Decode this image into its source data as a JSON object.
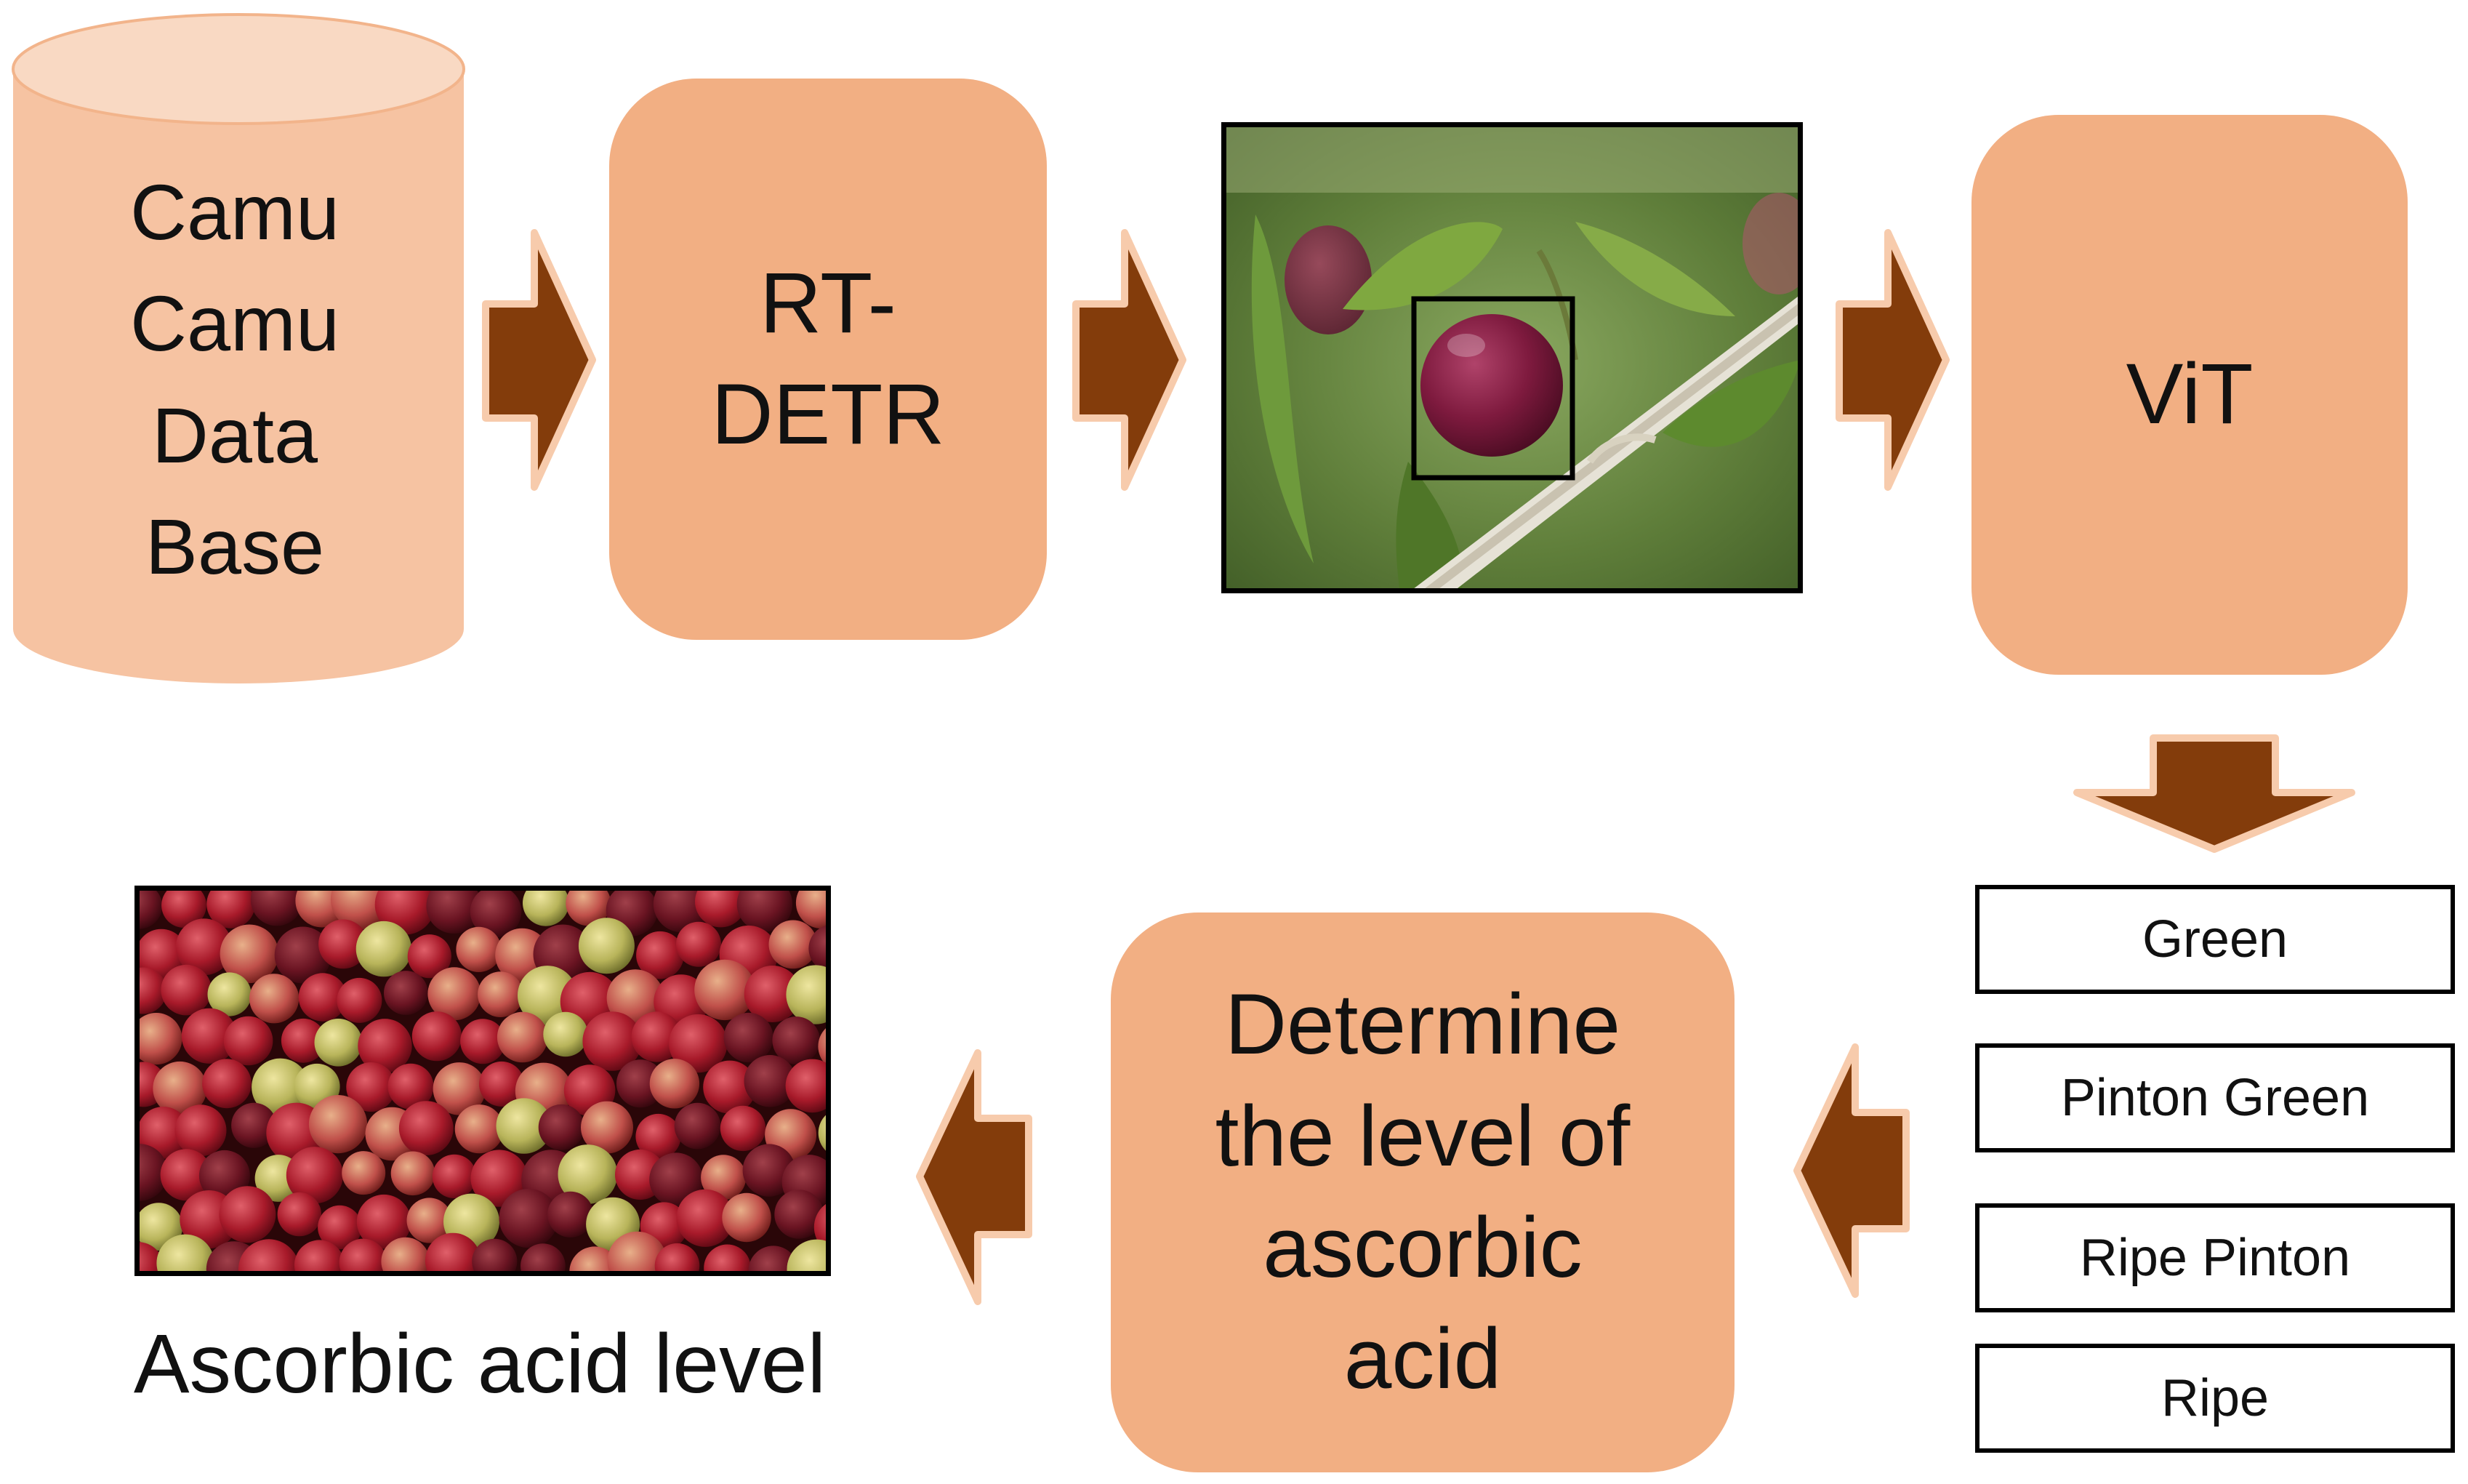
{
  "database": {
    "label": "Camu\nCamu\nData\nBase"
  },
  "detector": {
    "label": "RT-\nDETR"
  },
  "classifier": {
    "label": "ViT"
  },
  "classes": [
    {
      "label": "Green"
    },
    {
      "label": "Pinton Green"
    },
    {
      "label": "Ripe Pinton"
    },
    {
      "label": "Ripe"
    }
  ],
  "process": {
    "label": "Determine\nthe level of\nascorbic\nacid"
  },
  "output": {
    "caption": "Ascorbic acid level"
  },
  "colors": {
    "box_fill": "#f2af83",
    "database_fill": "#f6c3a2",
    "arrow_fill": "#833c0b",
    "arrow_outline": "#f7cbac"
  }
}
